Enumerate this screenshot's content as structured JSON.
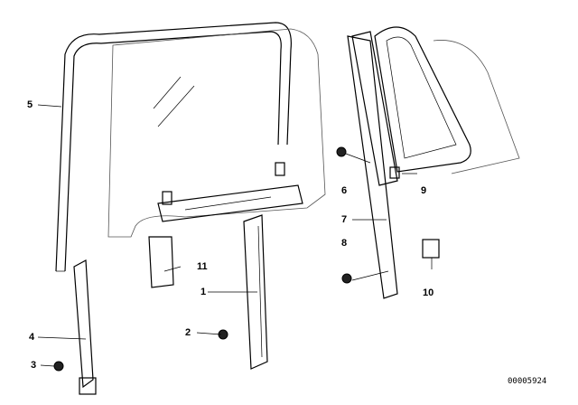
{
  "callouts": [
    {
      "id": "1",
      "label": "1"
    },
    {
      "id": "2",
      "label": "2"
    },
    {
      "id": "3",
      "label": "3"
    },
    {
      "id": "4",
      "label": "4"
    },
    {
      "id": "5",
      "label": "5"
    },
    {
      "id": "6",
      "label": "6"
    },
    {
      "id": "7",
      "label": "7"
    },
    {
      "id": "8",
      "label": "8"
    },
    {
      "id": "9",
      "label": "9"
    },
    {
      "id": "10",
      "label": "10"
    },
    {
      "id": "11",
      "label": "11"
    }
  ],
  "diagram_code": "00005924",
  "colors": {
    "line": "#000000",
    "background": "#ffffff"
  }
}
